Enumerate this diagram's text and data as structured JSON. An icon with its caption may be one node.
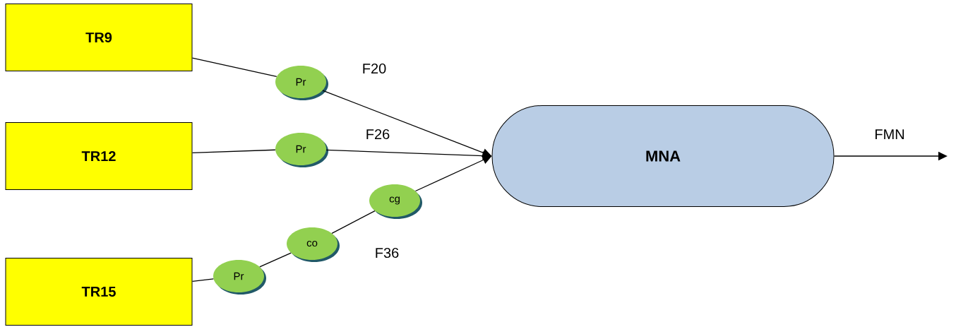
{
  "diagram": {
    "nodes": [
      {
        "text": [
          "TR9"
        ]
      },
      {
        "text": [
          "TR12"
        ]
      },
      {
        "text": [
          "TR15"
        ]
      },
      {
        "text": [
          "Pr"
        ]
      },
      {
        "text": [
          "Pr"
        ]
      },
      {
        "text": [
          "Pr"
        ]
      },
      {
        "text": [
          "co"
        ]
      },
      {
        "text": [
          "cg"
        ]
      },
      {
        "text": [
          "MNA"
        ]
      }
    ],
    "edges": [
      {
        "from": 0,
        "to": 3,
        "arrow": "none"
      },
      {
        "from": 3,
        "to": 8,
        "arrow": "to",
        "label": "F20"
      },
      {
        "from": 1,
        "to": 4,
        "arrow": "none"
      },
      {
        "from": 4,
        "to": 8,
        "arrow": "to",
        "label": "F26"
      },
      {
        "from": 2,
        "to": 5,
        "arrow": "none"
      },
      {
        "from": 5,
        "to": 6,
        "arrow": "none"
      },
      {
        "from": 6,
        "to": 7,
        "arrow": "none"
      },
      {
        "from": 7,
        "to": 8,
        "arrow": "to",
        "label": "F36"
      },
      {
        "from": 8,
        "to": null,
        "arrow": "to",
        "label": "FMN"
      }
    ]
  }
}
